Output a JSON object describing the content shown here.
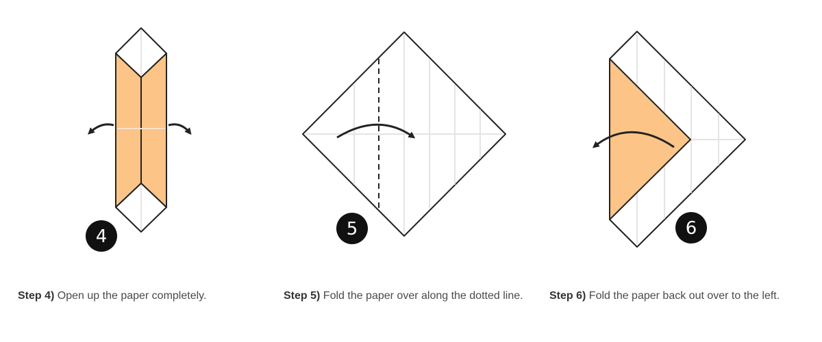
{
  "colors": {
    "paper_fill": "#fdc488",
    "line": "#222222",
    "crease": "#e4e4e4",
    "badge": "#111111"
  },
  "steps": [
    {
      "number": "4",
      "label": "Step 4)",
      "text": "Open up the paper completely."
    },
    {
      "number": "5",
      "label": "Step 5)",
      "text": "Fold the paper over along the dotted line."
    },
    {
      "number": "6",
      "label": "Step 6)",
      "text": "Fold the paper back out over to the left."
    }
  ]
}
